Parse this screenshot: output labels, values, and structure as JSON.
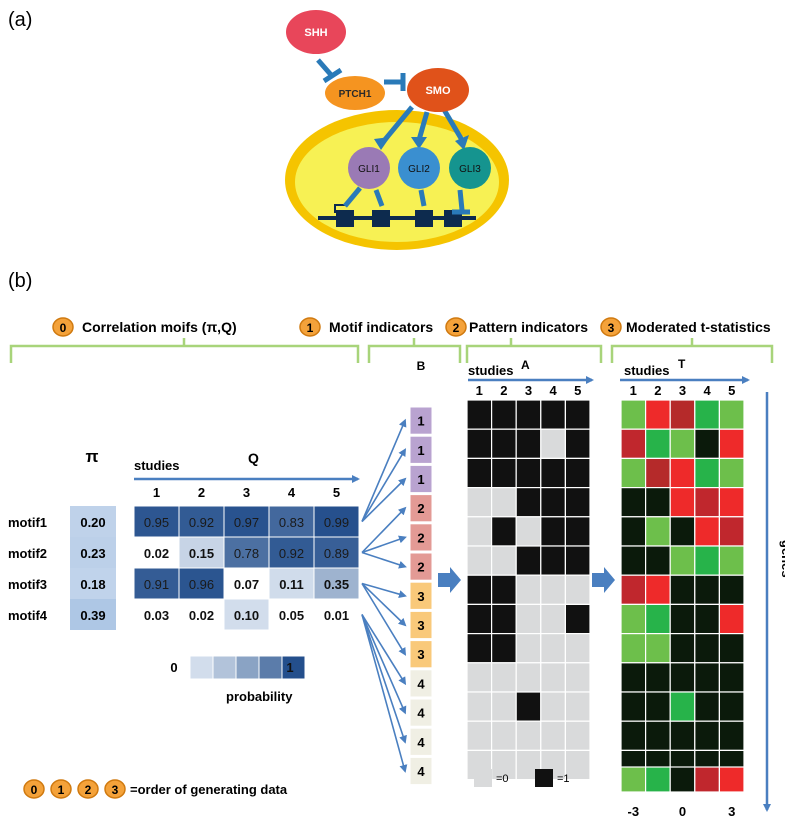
{
  "panel_a": {
    "label": "(a)",
    "nodes": {
      "shh": "SHH",
      "ptch1": "PTCH1",
      "smo": "SMO",
      "gli1": "GLI1",
      "gli2": "GLI2",
      "gli3": "GLI3"
    }
  },
  "panel_b": {
    "label": "(b)",
    "steps": [
      {
        "num": "0",
        "text": "Correlation moifs (π,Q)"
      },
      {
        "num": "1",
        "text": "Motif indicators"
      },
      {
        "num": "2",
        "text": "Pattern indicators"
      },
      {
        "num": "3",
        "text": "Moderated t-statistics"
      }
    ],
    "pi_label": "π",
    "studies_label": "studies",
    "q_label": "Q",
    "b_label": "B",
    "a_label": "A",
    "t_label": "T",
    "genes_label": "genes",
    "study_numbers": [
      "1",
      "2",
      "3",
      "4",
      "5"
    ],
    "motifs": [
      "motif1",
      "motif2",
      "motif3",
      "motif4"
    ],
    "pi_values": [
      "0.20",
      "0.23",
      "0.18",
      "0.39"
    ],
    "q_values": [
      [
        "0.95",
        "0.92",
        "0.97",
        "0.83",
        "0.99"
      ],
      [
        "0.02",
        "0.15",
        "0.78",
        "0.92",
        "0.89"
      ],
      [
        "0.91",
        "0.96",
        "0.07",
        "0.11",
        "0.35"
      ],
      [
        "0.03",
        "0.02",
        "0.10",
        "0.05",
        "0.01"
      ]
    ],
    "probability_legend": {
      "low": "0",
      "high": "1",
      "label": "probability"
    },
    "b_values": [
      "1",
      "1",
      "1",
      "2",
      "2",
      "2",
      "3",
      "3",
      "3",
      "4",
      "4",
      "4",
      "4"
    ],
    "a_matrix": [
      [
        1,
        1,
        1,
        1,
        1
      ],
      [
        1,
        1,
        1,
        0,
        1
      ],
      [
        1,
        1,
        1,
        1,
        1
      ],
      [
        0,
        0,
        1,
        1,
        1
      ],
      [
        0,
        1,
        0,
        1,
        1
      ],
      [
        0,
        0,
        1,
        1,
        1
      ],
      [
        1,
        1,
        0,
        0,
        0
      ],
      [
        1,
        1,
        0,
        0,
        1
      ],
      [
        1,
        1,
        0,
        0,
        0
      ],
      [
        0,
        0,
        0,
        0,
        0
      ],
      [
        0,
        0,
        1,
        0,
        0
      ],
      [
        0,
        0,
        0,
        0,
        0
      ],
      [
        0,
        0,
        0,
        0,
        0
      ]
    ],
    "a_legend": {
      "zero": "=0",
      "one": "=1"
    },
    "t_colors": [
      [
        "#6dbf4b",
        "#ee2a2a",
        "#b52a2a",
        "#27b34a",
        "#6dbf4b"
      ],
      [
        "#c0272d",
        "#27b34a",
        "#6dbf4b",
        "#0b1a0b",
        "#ee2a2a"
      ],
      [
        "#6dbf4b",
        "#b52a2a",
        "#ee2a2a",
        "#27b34a",
        "#6dbf4b"
      ],
      [
        "#0b1a0b",
        "#0b1a0b",
        "#ee2a2a",
        "#c0272d",
        "#ee2a2a"
      ],
      [
        "#0b1a0b",
        "#6dbf4b",
        "#0b1a0b",
        "#ee2a2a",
        "#c0272d"
      ],
      [
        "#0b1a0b",
        "#0b1a0b",
        "#6dbf4b",
        "#27b34a",
        "#6dbf4b"
      ],
      [
        "#c0272d",
        "#ee2a2a",
        "#0b1a0b",
        "#0b1a0b",
        "#0b1a0b"
      ],
      [
        "#6dbf4b",
        "#27b34a",
        "#0b1a0b",
        "#0b1a0b",
        "#ee2a2a"
      ],
      [
        "#6dbf4b",
        "#6dbf4b",
        "#0b1a0b",
        "#0b1a0b",
        "#0b1a0b"
      ],
      [
        "#0b1a0b",
        "#0b1a0b",
        "#0b1a0b",
        "#0b1a0b",
        "#0b1a0b"
      ],
      [
        "#0b1a0b",
        "#0b1a0b",
        "#27b34a",
        "#0b1a0b",
        "#0b1a0b"
      ],
      [
        "#0b1a0b",
        "#0b1a0b",
        "#0b1a0b",
        "#0b1a0b",
        "#0b1a0b"
      ],
      [
        "#0b1a0b",
        "#0b1a0b",
        "#0b1a0b",
        "#0b1a0b",
        "#0b1a0b"
      ]
    ],
    "t_legend_colors": [
      "#6dbf4b",
      "#27b34a",
      "#0b1a0b",
      "#c0272d",
      "#ee2a2a"
    ],
    "t_legend_labels": [
      "-3",
      "0",
      "3"
    ],
    "order_text": "=order of generating data",
    "colors": {
      "bracket": "#a8d47a",
      "arrow": "#4a7fc0",
      "badge_fill": "#f4a23a",
      "badge_stroke": "#d07a10",
      "b_group1": "#b9a3d0",
      "b_group2": "#e39a95",
      "b_group3": "#f9c97a",
      "b_group4": "#f0efe4",
      "a_zero": "#d9dadb",
      "a_one": "#111111",
      "pi_fill": "#a9c3e3",
      "q_high": "#244f8c"
    }
  }
}
